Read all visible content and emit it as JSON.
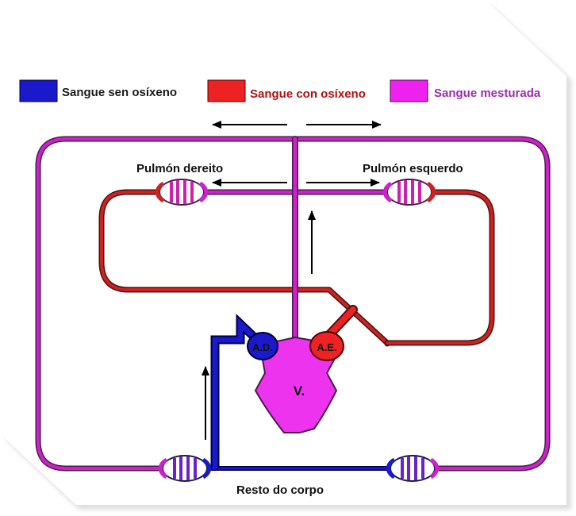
{
  "legend": [
    {
      "label": "Sangue sen osíxeno",
      "color": "#1a1acc",
      "text_color": "#1a1a1a"
    },
    {
      "label": "Sangue con osíxeno",
      "color": "#ee2222",
      "text_color": "#b01010"
    },
    {
      "label": "Sangue mesturada",
      "color": "#ee22ee",
      "text_color": "#9b2bb0"
    }
  ],
  "labels": {
    "right_lung": "Pulmón dereito",
    "left_lung": "Pulmón esquerdo",
    "rest_of_body": "Resto do corpo",
    "right_atrium": "A.D.",
    "left_atrium": "A.E.",
    "ventricle": "V."
  },
  "colors": {
    "deoxygenated": "#1a1acc",
    "oxygenated": "#cc2222",
    "mixed": "#cc22cc",
    "ventricle_fill": "#ee33ee",
    "outline": "#4a1a4a",
    "arrow": "#000000"
  }
}
